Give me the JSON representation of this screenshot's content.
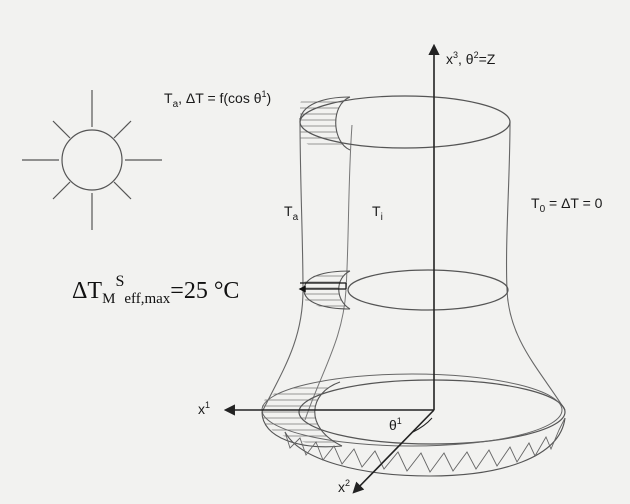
{
  "diagram": {
    "axes": {
      "x1": {
        "base": "x",
        "sup": "1"
      },
      "x2": {
        "base": "x",
        "sup": "2"
      },
      "x3": {
        "base": "x",
        "sup": "3",
        "sep": ", ",
        "theta_base": "θ",
        "theta_sup": "2",
        "tail": "=Z"
      },
      "theta1": {
        "base": "θ",
        "sup": "1"
      }
    },
    "sun_label": {
      "p1_base": "T",
      "p1_sub": "a",
      "p2": ", ΔT = f(cos θ",
      "p3_sup": "1",
      "p4": ")"
    },
    "outer_label": {
      "base": "T",
      "sub": "a"
    },
    "inner_label": {
      "base": "T",
      "sub": "i"
    },
    "right_label": {
      "base": "T",
      "sub": "0",
      "tail": " = ΔT = 0"
    },
    "effective_label": {
      "pre": "ΔT",
      "m_sub": "M",
      "s_sup": "S",
      "eff_sub": "eff,max",
      "tail": "=25 °C"
    },
    "colors": {
      "background": "#f2f2f0",
      "line": "#555555",
      "axis": "#222222",
      "hatch": "#777777"
    }
  }
}
